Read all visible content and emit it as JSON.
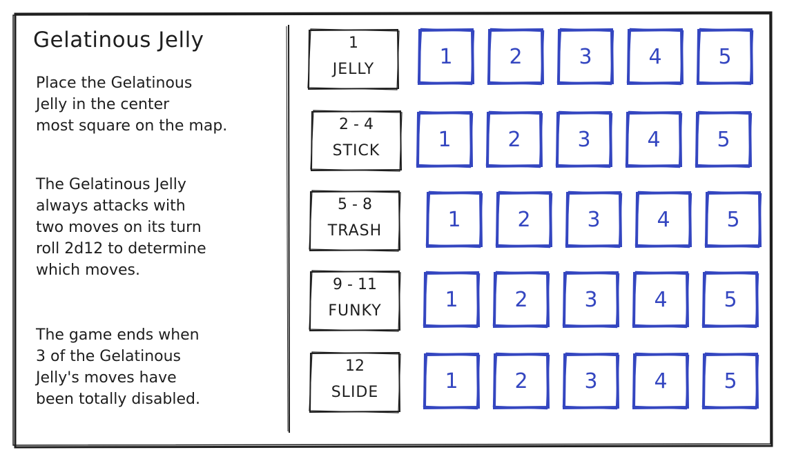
{
  "panel": {
    "title": "Gelatinous Jelly",
    "paragraphs": [
      "Place the Gelatinous\nJelly in the center\nmost square on the map.",
      "The Gelatinous Jelly\nalways attacks with\ntwo moves on its turn\nroll 2d12 to determine\nwhich moves.",
      "The game ends when\n3 of the Gelatinous\nJelly's moves have\nbeen totally disabled."
    ]
  },
  "moves": [
    {
      "roll": "1",
      "name": "JELLY",
      "boxes": [
        "1",
        "2",
        "3",
        "4",
        "5"
      ]
    },
    {
      "roll": "2 - 4",
      "name": "STICK",
      "boxes": [
        "1",
        "2",
        "3",
        "4",
        "5"
      ]
    },
    {
      "roll": "5 - 8",
      "name": "TRASH",
      "boxes": [
        "1",
        "2",
        "3",
        "4",
        "5"
      ]
    },
    {
      "roll": "9 - 11",
      "name": "FUNKY",
      "boxes": [
        "1",
        "2",
        "3",
        "4",
        "5"
      ]
    },
    {
      "roll": "12",
      "name": "SLIDE",
      "boxes": [
        "1",
        "2",
        "3",
        "4",
        "5"
      ]
    }
  ],
  "colors": {
    "ink": "#1e1e1e",
    "box_stroke": "#3446c0"
  }
}
